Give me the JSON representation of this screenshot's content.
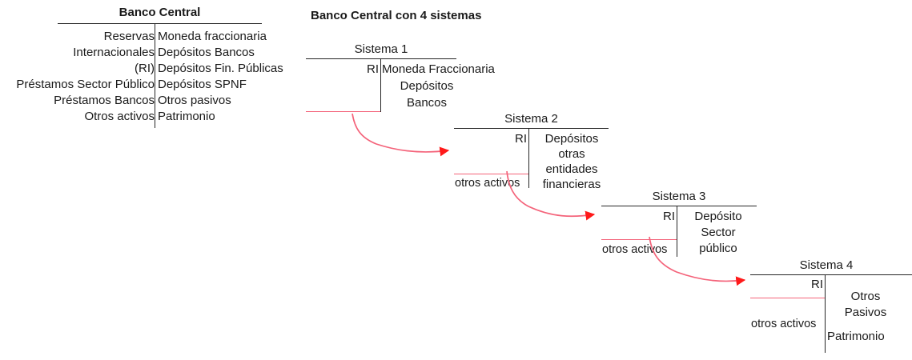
{
  "figure": {
    "main_account": {
      "title": "Banco Central",
      "assets": [
        "Reservas",
        "Internacionales",
        "(RI)",
        "Préstamos Sector Público",
        "Préstamos Bancos",
        "Otros activos"
      ],
      "liabilities": [
        "Moneda fraccionaria",
        "Depósitos Bancos",
        "Depósitos Fin. Públicas",
        "Depósitos SPNF",
        "Otros pasivos",
        "Patrimonio"
      ]
    },
    "section_title": "Banco Central con 4 sistemas",
    "systems": [
      {
        "label": "Sistema 1",
        "asset_top": "RI",
        "asset_bottom": "",
        "liabilities": [
          "Moneda Fraccionaria",
          "Depósitos",
          "Bancos"
        ]
      },
      {
        "label": "Sistema 2",
        "asset_top": "RI",
        "asset_bottom": "otros activos",
        "liabilities": [
          "Depósitos",
          "otras",
          "entidades",
          "financieras"
        ]
      },
      {
        "label": "Sistema 3",
        "asset_top": "RI",
        "asset_bottom": "otros activos",
        "liabilities": [
          "Depósito",
          "Sector",
          "público"
        ]
      },
      {
        "label": "Sistema 4",
        "asset_top": "RI",
        "asset_bottom": "otros activos",
        "liabilities": [
          "Otros",
          "Pasivos"
        ],
        "equity": "Patrimonio"
      }
    ],
    "flow_arrows": [
      {
        "name": "arrow-sistema1-to-sistema2",
        "from": "Sistema 1",
        "to": "Sistema 2"
      },
      {
        "name": "arrow-sistema2-to-sistema3",
        "from": "Sistema 2",
        "to": "Sistema 3"
      },
      {
        "name": "arrow-sistema3-to-sistema4",
        "from": "Sistema 3",
        "to": "Sistema 4"
      }
    ],
    "colors": {
      "ink": "#1a1a1a",
      "rule": "#262626",
      "flow_red": "#f4637a",
      "arrowhead_red": "#ff1a1a",
      "background": "#ffffff"
    }
  }
}
